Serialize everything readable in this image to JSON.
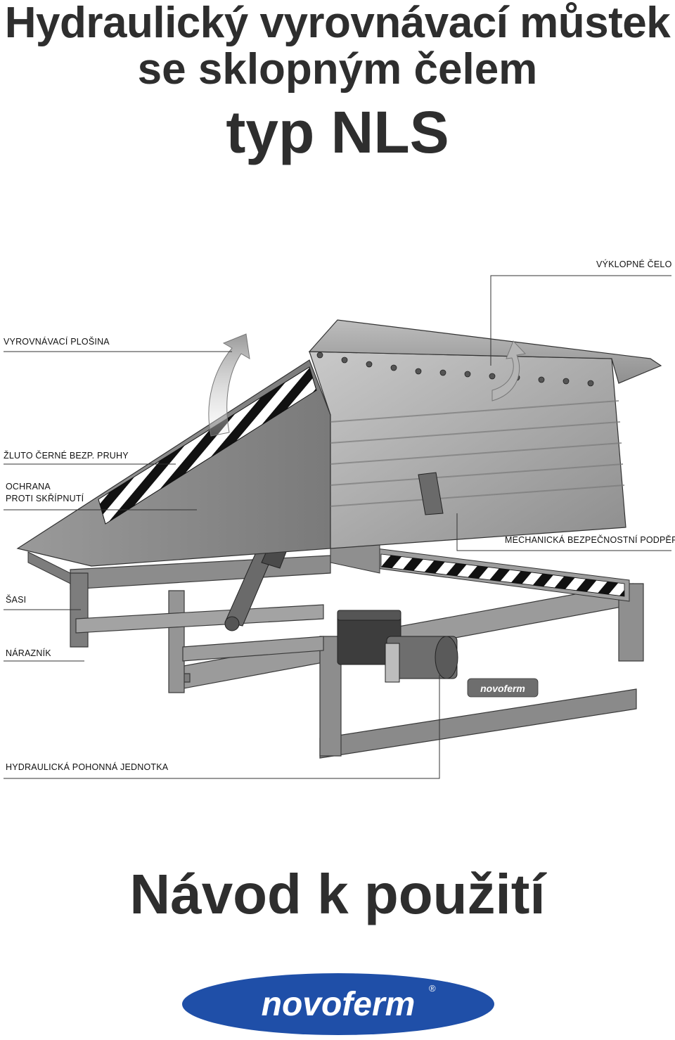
{
  "header": {
    "title_line1": "Hydraulický vyrovnávací můstek",
    "title_line2": "se sklopným čelem",
    "model": "typ NLS"
  },
  "diagram": {
    "labels": {
      "tilting_lip": "VÝKLOPNÉ ČELO",
      "leveling_platform": "VYROVNÁVACÍ PLOŠINA",
      "warning_stripes": "ŽLUTO ČERNÉ BEZP. PRUHY",
      "anti_pinch_1": "OCHRANA",
      "anti_pinch_2": "PROTI SKŘÍPNUTÍ",
      "safety_support": "MECHANICKÁ BEZPEČNOSTNÍ PODPĚRA",
      "chassis": "ŠASI",
      "bumper": "NÁRAZNÍK",
      "power_unit": "HYDRAULICKÁ POHONNÁ JEDNOTKA"
    },
    "frame_badge": "novoferm"
  },
  "footer": {
    "subtitle": "Návod k použití",
    "brand": "novoferm",
    "registered_mark": "®"
  }
}
